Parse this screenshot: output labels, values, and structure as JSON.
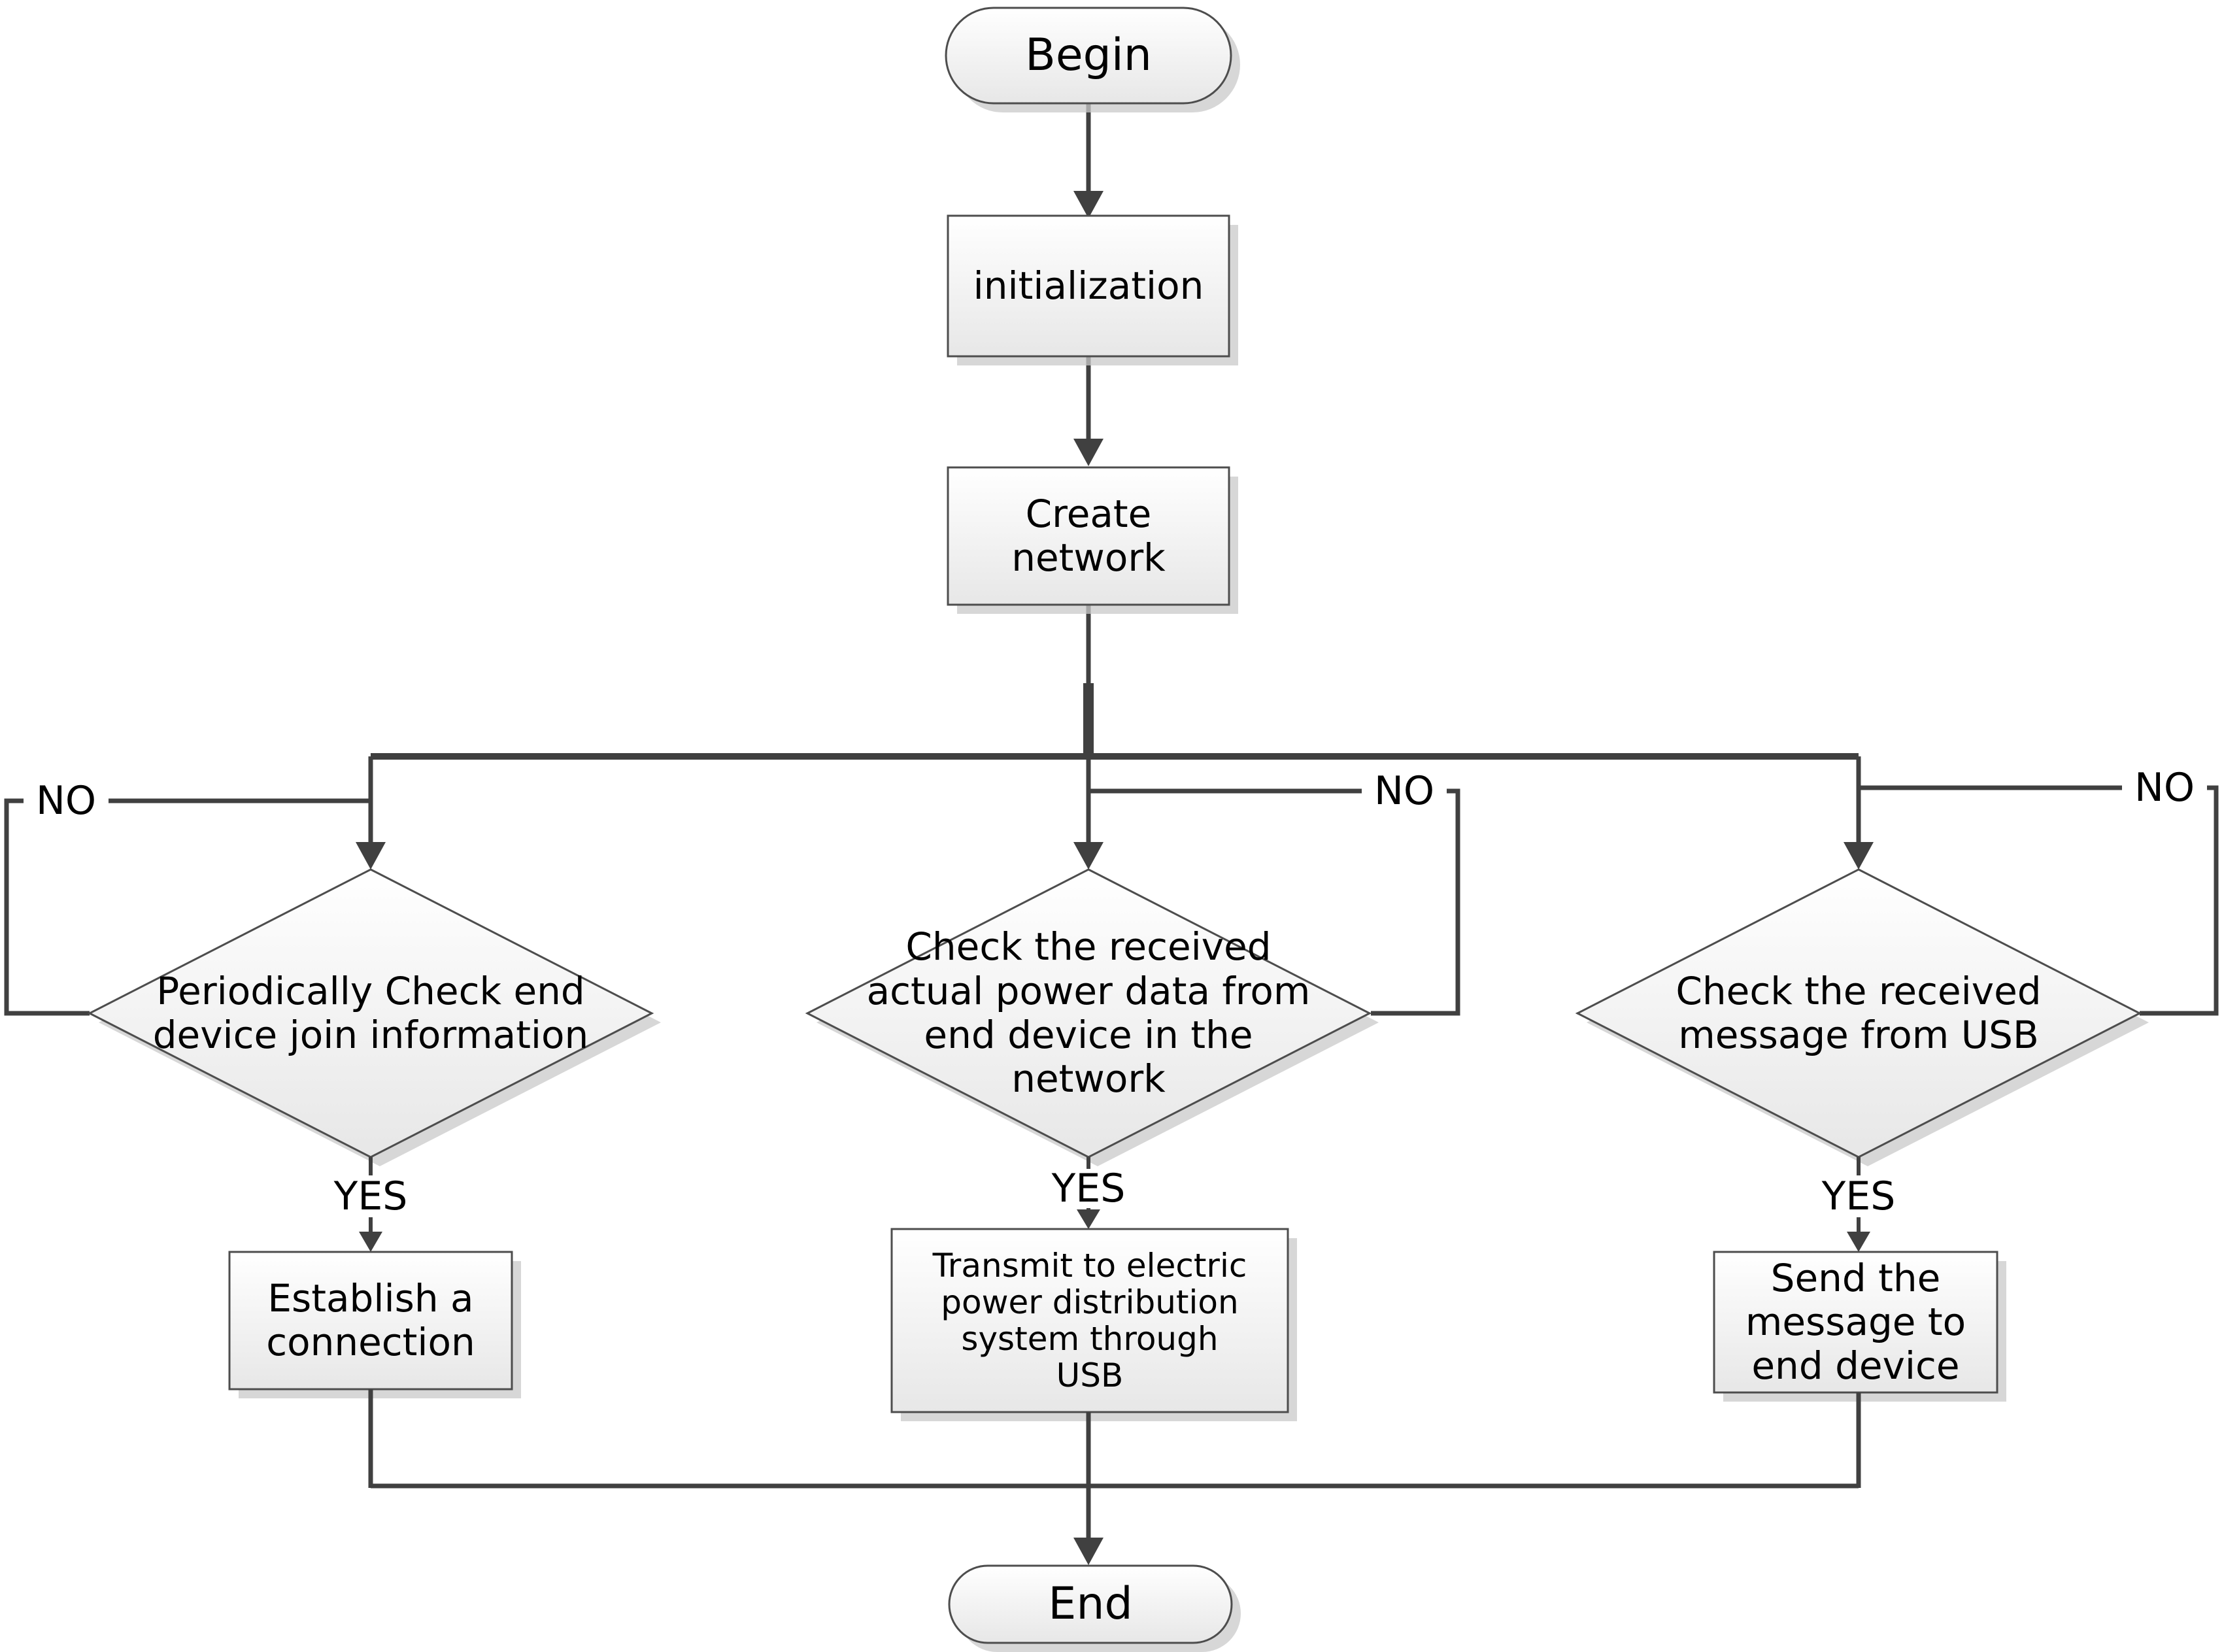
{
  "figure": {
    "type": "flowchart",
    "description": "ZigBee coordinator program flowchart"
  },
  "colors": {
    "background": "#ffffff",
    "text": "#000000",
    "line": "#404040",
    "node_border": "#4d4d4d",
    "node_fill_top": "#ffffff",
    "node_fill_bottom": "#e7e7e7",
    "shadow": "#c9c9c9"
  },
  "nodes": {
    "begin": {
      "type": "terminator",
      "label": "Begin"
    },
    "initialization": {
      "type": "process",
      "label": "initialization"
    },
    "create_network": {
      "type": "process",
      "label": "Create\nnetwork"
    },
    "check_join": {
      "type": "decision",
      "label": "Periodically Check end\ndevice join information"
    },
    "check_power": {
      "type": "decision",
      "label": "Check the received\nactual power data from\nend device in the\nnetwork"
    },
    "check_usb": {
      "type": "decision",
      "label": "Check the received\nmessage from USB"
    },
    "establish_connection": {
      "type": "process",
      "label": "Establish a\nconnection"
    },
    "transmit_usb": {
      "type": "process",
      "label": "Transmit to electric\npower distribution\nsystem through\nUSB"
    },
    "send_message": {
      "type": "process",
      "label": "Send the\nmessage to\nend device"
    },
    "end": {
      "type": "terminator",
      "label": "End"
    }
  },
  "edge_labels": {
    "check_join_no": "NO",
    "check_power_no": "NO",
    "check_usb_no": "NO",
    "check_join_yes": "YES",
    "check_power_yes": "YES",
    "check_usb_yes": "YES"
  }
}
